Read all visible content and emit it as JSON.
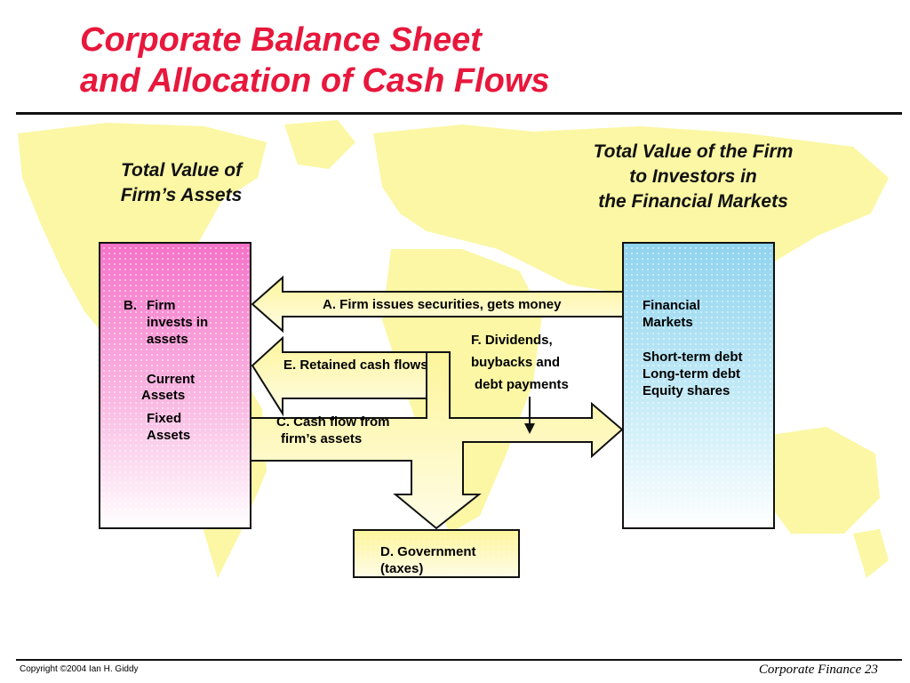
{
  "title": {
    "line1": "Corporate Balance Sheet",
    "line2": "and Allocation of Cash Flows"
  },
  "left_header": {
    "line1": "Total Value of",
    "line2": "Firm’s Assets"
  },
  "right_header": {
    "line1": "Total Value of the Firm",
    "line2": "to Investors in",
    "line3": "the Financial Markets"
  },
  "left_box": {
    "b_prefix": "B.",
    "b_line1": "Firm",
    "b_line2": "invests in",
    "b_line3": "assets",
    "current_line1": "Current",
    "current_line2": "Assets",
    "fixed_line1": "Fixed",
    "fixed_line2": "Assets"
  },
  "right_box": {
    "fm_line1": "Financial",
    "fm_line2": "Markets",
    "std": "Short-term debt",
    "ltd": "Long-term debt",
    "equity": "Equity shares"
  },
  "flows": {
    "a": "A. Firm issues securities, gets money",
    "e": "E. Retained cash flows",
    "f_line1": "F. Dividends,",
    "f_line2": "buybacks and",
    "f_line3": "debt payments",
    "c_line1": "C. Cash flow from",
    "c_line2": "firm’s assets"
  },
  "gov_box": {
    "line1": "D. Government",
    "line2": "(taxes)"
  },
  "footer": {
    "copyright": "Copyright ©2004 Ian H. Giddy",
    "page": "Corporate Finance 23"
  },
  "colors": {
    "title": "#e8173c",
    "map_land": "#fbf7a4",
    "flow_fill": "#fdf7b0",
    "assets_top": "#f472c8",
    "investors_top": "#8fd3ee"
  }
}
